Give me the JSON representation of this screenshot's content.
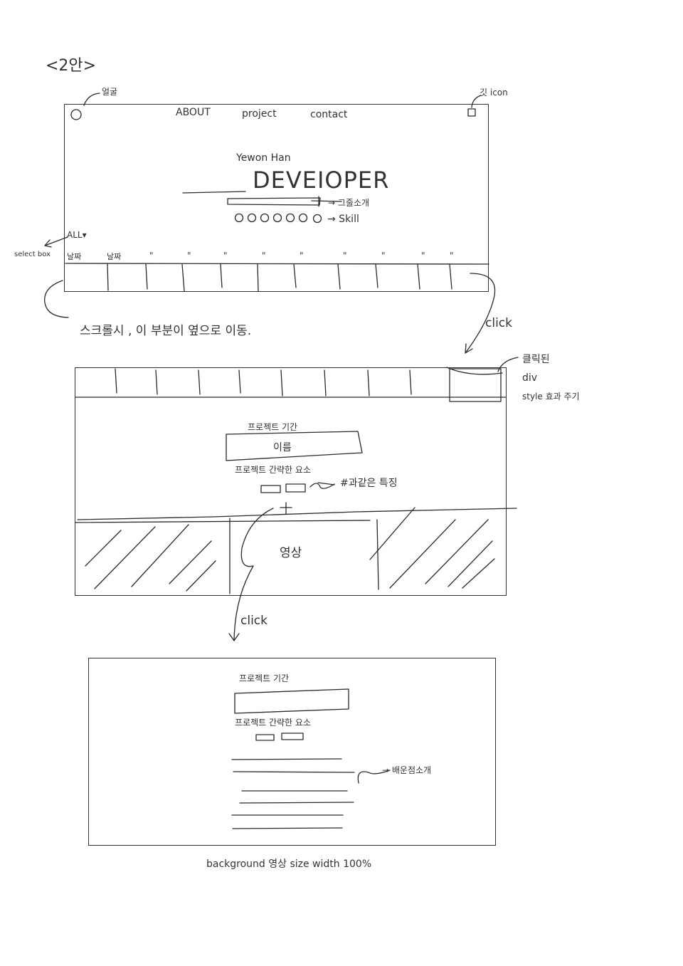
{
  "sheet_title": "<2안>",
  "wire1": {
    "nav": [
      "ABOUT",
      "project",
      "contact"
    ],
    "name": "Yewon Han",
    "headline": "DEVEIOPER",
    "anno_face": "얼굴",
    "anno_git": "깃 icon",
    "anno_intro": "→ 그줄소개",
    "anno_skill": "→ Skill",
    "filter": "ALL▾",
    "anno_select": "select box",
    "date_label": "날짜",
    "ditto": "\"",
    "anno_scroll": "스크롤시 , 이 부분이 옆으로 이동."
  },
  "wire2": {
    "anno_click": "click",
    "anno_clicked": "클릭된",
    "anno_div": "div",
    "anno_style": "style 효과 주기",
    "period": "프로젝트 기간",
    "name_box": "이름",
    "summary": "프로젝트 간략한 요소",
    "anno_tags": "#과같은 특징",
    "video": "영상"
  },
  "wire3": {
    "anno_click": "click",
    "period": "프로젝트 기간",
    "summary": "프로젝트 간략한 요소",
    "anno_learn": "→ 배운점소개",
    "footer": "background 영상 size width 100%"
  }
}
